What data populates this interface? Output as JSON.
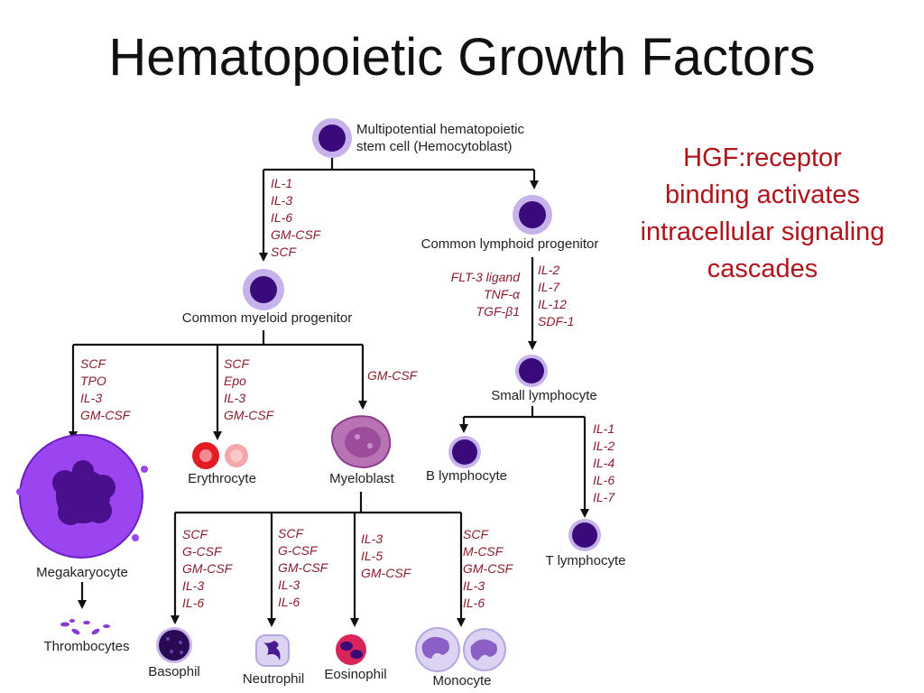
{
  "title": "Hematopoietic Growth Factors",
  "note": [
    "HGF:receptor",
    "binding activates",
    "intracellular signaling",
    "cascades"
  ],
  "cells": {
    "stem": [
      "Multipotential hematopoietic",
      "stem cell   (Hemocytoblast)"
    ],
    "lymphoid": "Common lymphoid progenitor",
    "myeloid": "Common myeloid progenitor",
    "small_lymphocyte": "Small lymphocyte",
    "b_lymphocyte": "B lymphocyte",
    "t_lymphocyte": "T lymphocyte",
    "megakaryocyte": "Megakaryocyte",
    "thrombocytes": "Thrombocytes",
    "erythrocyte": "Erythrocyte",
    "myeloblast": "Myeloblast",
    "basophil": "Basophil",
    "neutrophil": "Neutrophil",
    "eosinophil": "Eosinophil",
    "monocyte": "Monocyte"
  },
  "factors": {
    "stem_to_myeloid": [
      "IL-1",
      "IL-3",
      "IL-6",
      "GM-CSF",
      "SCF"
    ],
    "lymphoid_left": [
      "FLT-3 ligand",
      "TNF-α",
      "TGF-β1"
    ],
    "lymphoid_right": [
      "IL-2",
      "IL-7",
      "IL-12",
      "SDF-1"
    ],
    "to_megakaryocyte": [
      "SCF",
      "TPO",
      "IL-3",
      "GM-CSF"
    ],
    "to_erythrocyte": [
      "SCF",
      "Epo",
      "IL-3",
      "GM-CSF"
    ],
    "to_myeloblast": [
      "GM-CSF"
    ],
    "to_t_lymphocyte": [
      "IL-1",
      "IL-2",
      "IL-4",
      "IL-6",
      "IL-7"
    ],
    "to_basophil": [
      "SCF",
      "G-CSF",
      "GM-CSF",
      "IL-3",
      "IL-6"
    ],
    "to_neutrophil": [
      "SCF",
      "G-CSF",
      "GM-CSF",
      "IL-3",
      "IL-6"
    ],
    "to_eosinophil": [
      "IL-3",
      "IL-5",
      "GM-CSF"
    ],
    "to_monocyte": [
      "SCF",
      "M-CSF",
      "GM-CSF",
      "IL-3",
      "IL-6"
    ]
  },
  "colors": {
    "progenitor_halo": "#c7b3ec",
    "progenitor_nucleus": "#3b0a7a",
    "megakaryocyte": "#9b45f0",
    "erythrocyte": "#e31b23",
    "myeloblast": "#a35aa6",
    "eosinophil": "#d9245a",
    "factor_text": "#8a1d2c",
    "note_text": "#b0141b"
  }
}
